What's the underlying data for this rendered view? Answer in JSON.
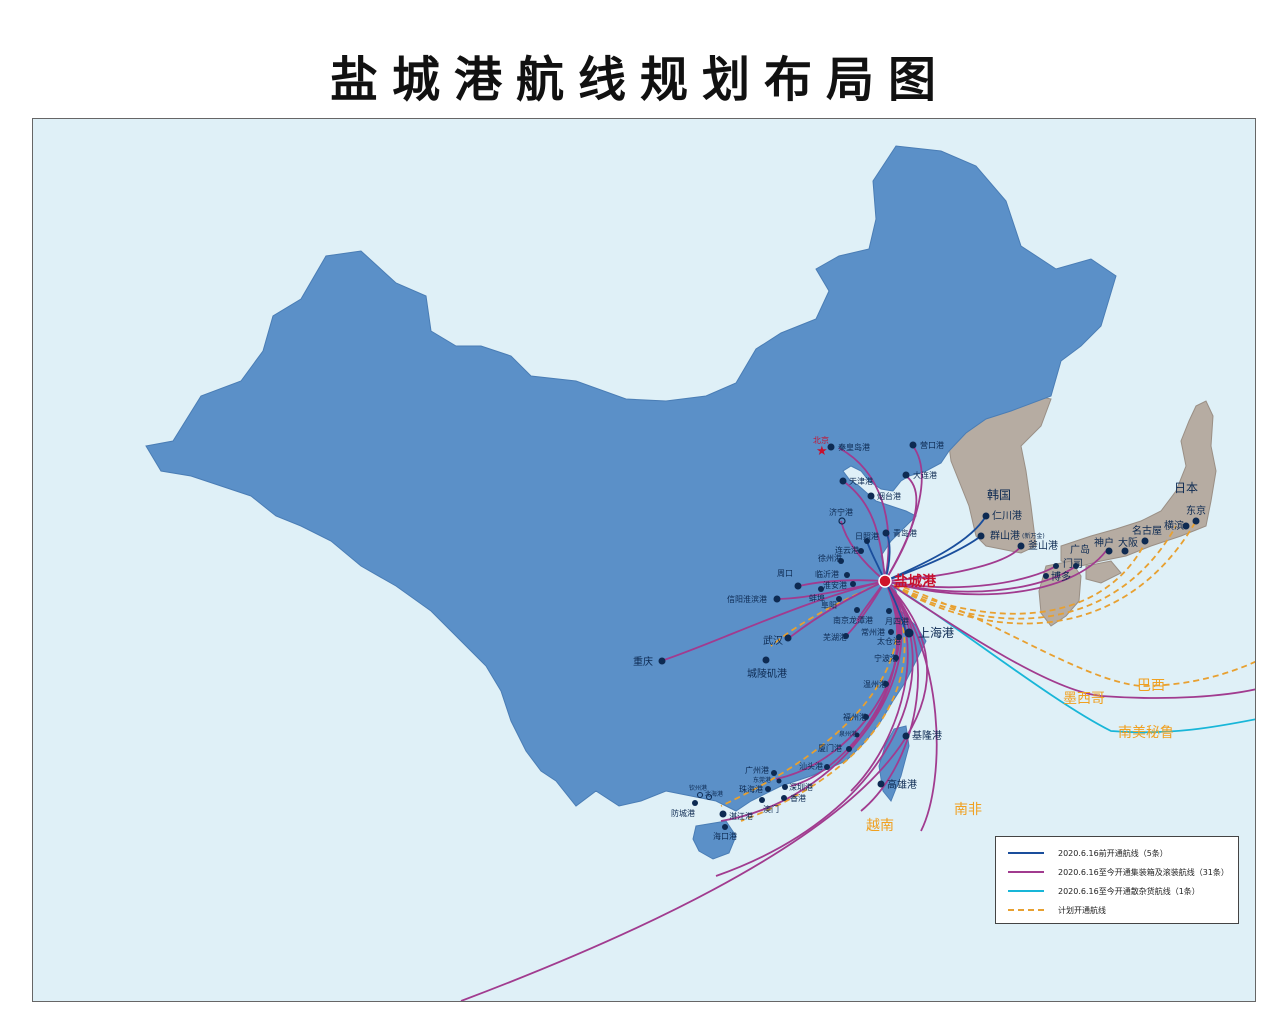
{
  "title": "盐城港航线规划布局图",
  "hub": {
    "name": "盐城港"
  },
  "capital": {
    "name": "北京"
  },
  "countries": {
    "korea": "韩国",
    "japan": "日本"
  },
  "ports_cn": {
    "yingkou": "营口港",
    "qinhuangdao": "秦皇岛港",
    "dalian": "大连港",
    "tianjin": "天津港",
    "yantai": "烟台港",
    "jining": "济宁港",
    "qingdao": "青岛港",
    "rizhao": "日照港",
    "lianyun": "连云港",
    "xuzhou": "徐州港",
    "zhoukou": "周口",
    "linyi": "临沂港",
    "huaian": "淮安港",
    "bengbu": "蚌埠",
    "xinyang": "信阳淮滨港",
    "fuyang": "阜阳",
    "nanjing": "南京龙潭港",
    "yueyang": "月四港",
    "changzhou": "常州港",
    "wuhu": "芜湖港",
    "wuhan": "武汉",
    "taicang": "太仓港",
    "shanghai": "上海港",
    "chongqing": "重庆",
    "chenglingji": "城陵矶港",
    "ningbo": "宁波港",
    "wenzhou": "温州港",
    "fuzhou": "福州港",
    "quanzhou": "泉州港",
    "keelung": "基隆港",
    "xiamen": "厦门港",
    "shantou": "汕头港",
    "guangzhou": "广州港",
    "dongguan": "东莞港",
    "shenzhen": "深圳港",
    "zhuhai": "珠海港",
    "hongkong": "香港",
    "kaohsiung": "高雄港",
    "macao": "澳门",
    "qinzhou": "钦州港",
    "beihai": "北海港",
    "fangcheng": "防城港",
    "zhanjiang": "湛江港",
    "haikou": "海口港"
  },
  "ports_kr": {
    "incheon": "仁川港",
    "gunsan": "群山港",
    "saemangeum": "(新万金)",
    "busan": "釜山港"
  },
  "ports_jp": {
    "hiroshima": "广岛",
    "moji": "门司",
    "hakata": "博多",
    "kobe": "神户",
    "osaka": "大阪",
    "nagoya": "名古屋",
    "yokohama": "横滨",
    "tokyo": "东京"
  },
  "destinations": {
    "brazil": "巴西",
    "mexico": "墨西哥",
    "peru": "南美秘鲁",
    "vietnam": "越南",
    "safrica": "南非"
  },
  "legend": [
    {
      "label": "2020.6.16前开通航线（5条）",
      "color": "#1a4e9c",
      "dashed": false
    },
    {
      "label": "2020.6.16至今开通集装箱及滚装航线（31条）",
      "color": "#a13b8f",
      "dashed": false
    },
    {
      "label": "2020.6.16至今开通散杂货航线（1条）",
      "color": "#18b6d8",
      "dashed": false
    },
    {
      "label": "计划开通航线",
      "color": "#e8a030",
      "dashed": true
    }
  ]
}
